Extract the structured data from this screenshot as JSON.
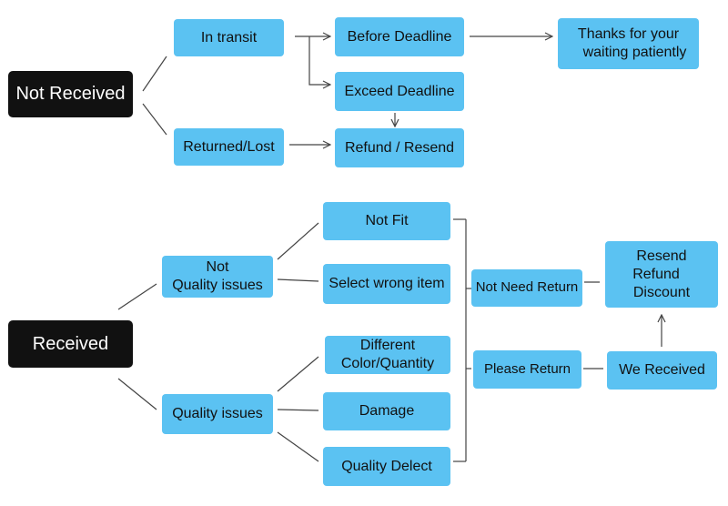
{
  "colors": {
    "box": "#5bc2f2",
    "root": "#111111",
    "line": "#444444"
  },
  "not_received": {
    "root": "Not Received",
    "in_transit": "In transit",
    "returned_lost": "Returned/Lost",
    "before_deadline": "Before Deadline",
    "exceed_deadline": "Exceed Deadline",
    "refund_resend": "Refund / Resend",
    "thanks": [
      "Thanks for your",
      "waiting patiently"
    ]
  },
  "received": {
    "root": "Received",
    "not_quality": [
      "Not",
      "Quality issues"
    ],
    "quality": "Quality issues",
    "not_fit": "Not Fit",
    "select_wrong": "Select wrong item",
    "different": [
      "Different",
      "Color/Quantity"
    ],
    "damage": "Damage",
    "quality_defect": "Quality Delect",
    "not_need_return": "Not Need Return",
    "please_return": "Please Return",
    "resend_refund_discount": [
      "Resend",
      "Refund",
      "Discount"
    ],
    "we_received": "We Received"
  }
}
